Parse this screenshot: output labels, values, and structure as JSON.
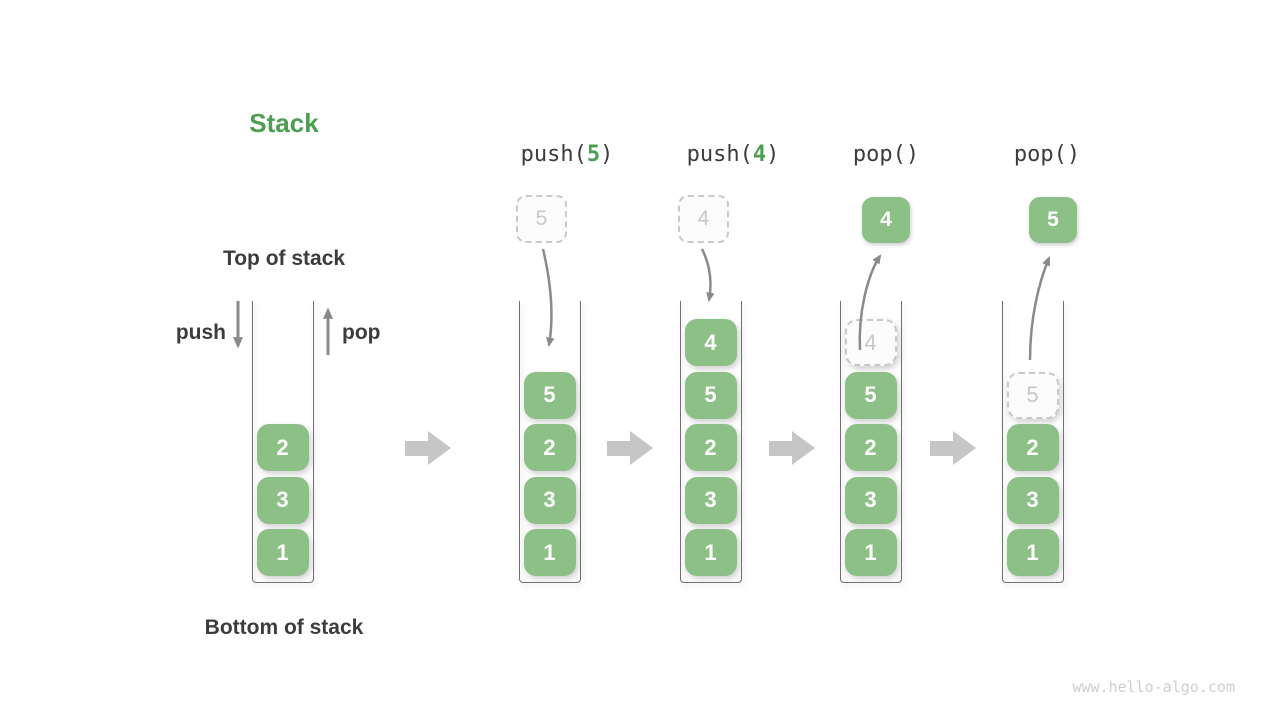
{
  "diagram": {
    "title": "Stack",
    "top_label": "Top of stack",
    "bottom_label": "Bottom of stack",
    "push_label": "push",
    "pop_label": "pop",
    "watermark": "www.hello-algo.com"
  },
  "colors": {
    "element_green": "#8CC087",
    "accent_green": "#4C9E50",
    "text_dark": "#3C3C3C",
    "arrow_gray": "#8A8A8A",
    "block_arrow_gray": "#C6C6C6",
    "dashed_border": "#C9C9C9",
    "ghost_text": "#C8C8C8",
    "container_wall": "#707070",
    "watermark_gray": "#CFCFCF"
  },
  "stacks": [
    {
      "name": "initial-stack",
      "items": [
        {
          "v": "2"
        },
        {
          "v": "3"
        },
        {
          "v": "1"
        }
      ]
    },
    {
      "name": "after-push-5",
      "items": [
        {
          "v": "5"
        },
        {
          "v": "2"
        },
        {
          "v": "3"
        },
        {
          "v": "1"
        }
      ]
    },
    {
      "name": "after-push-4",
      "items": [
        {
          "v": "4"
        },
        {
          "v": "5"
        },
        {
          "v": "2"
        },
        {
          "v": "3"
        },
        {
          "v": "1"
        }
      ]
    },
    {
      "name": "after-pop-4",
      "items": [
        {
          "v": "4",
          "ghost": true
        },
        {
          "v": "5"
        },
        {
          "v": "2"
        },
        {
          "v": "3"
        },
        {
          "v": "1"
        }
      ]
    },
    {
      "name": "after-pop-5",
      "items": [
        {
          "v": "5",
          "ghost": true
        },
        {
          "v": "2"
        },
        {
          "v": "3"
        },
        {
          "v": "1"
        }
      ]
    }
  ],
  "operations": [
    {
      "label_pre": "push(",
      "label_arg": "5",
      "label_post": ")",
      "floating": {
        "value": "5",
        "style": "dashed"
      }
    },
    {
      "label_pre": "push(",
      "label_arg": "4",
      "label_post": ")",
      "floating": {
        "value": "4",
        "style": "dashed"
      }
    },
    {
      "label_pre": "pop()",
      "label_arg": "",
      "label_post": "",
      "floating": {
        "value": "4",
        "style": "solid"
      }
    },
    {
      "label_pre": "pop()",
      "label_arg": "",
      "label_post": "",
      "floating": {
        "value": "5",
        "style": "solid"
      }
    }
  ]
}
